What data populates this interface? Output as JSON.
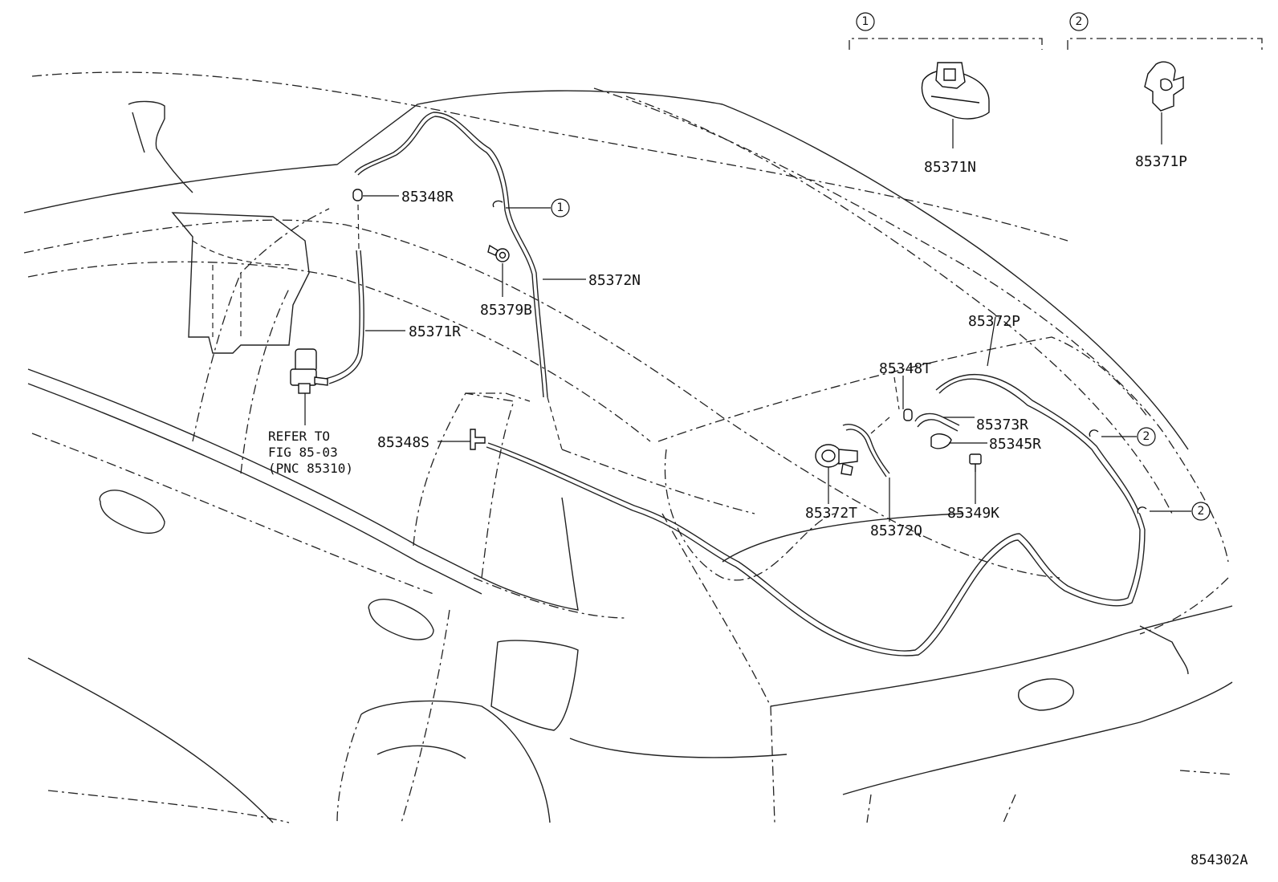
{
  "diagram_id": "854302A",
  "insets": [
    {
      "marker": "1",
      "part_number": "85371N"
    },
    {
      "marker": "2",
      "part_number": "85371P"
    }
  ],
  "callouts": {
    "c85348R": "85348R",
    "c85371R": "85371R",
    "c85379B": "85379B",
    "c85372N": "85372N",
    "c85348S": "85348S",
    "c85372P": "85372P",
    "c85348T": "85348T",
    "c85373R": "85373R",
    "c85345R": "85345R",
    "c85372T": "85372T",
    "c85372Q": "85372Q",
    "c85349K": "85349K"
  },
  "markers": {
    "m1": "1",
    "m2a": "2",
    "m2b": "2"
  },
  "reference_note": {
    "line1": "REFER TO",
    "line2": "FIG 85-03",
    "line3": "(PNC 85310)"
  }
}
